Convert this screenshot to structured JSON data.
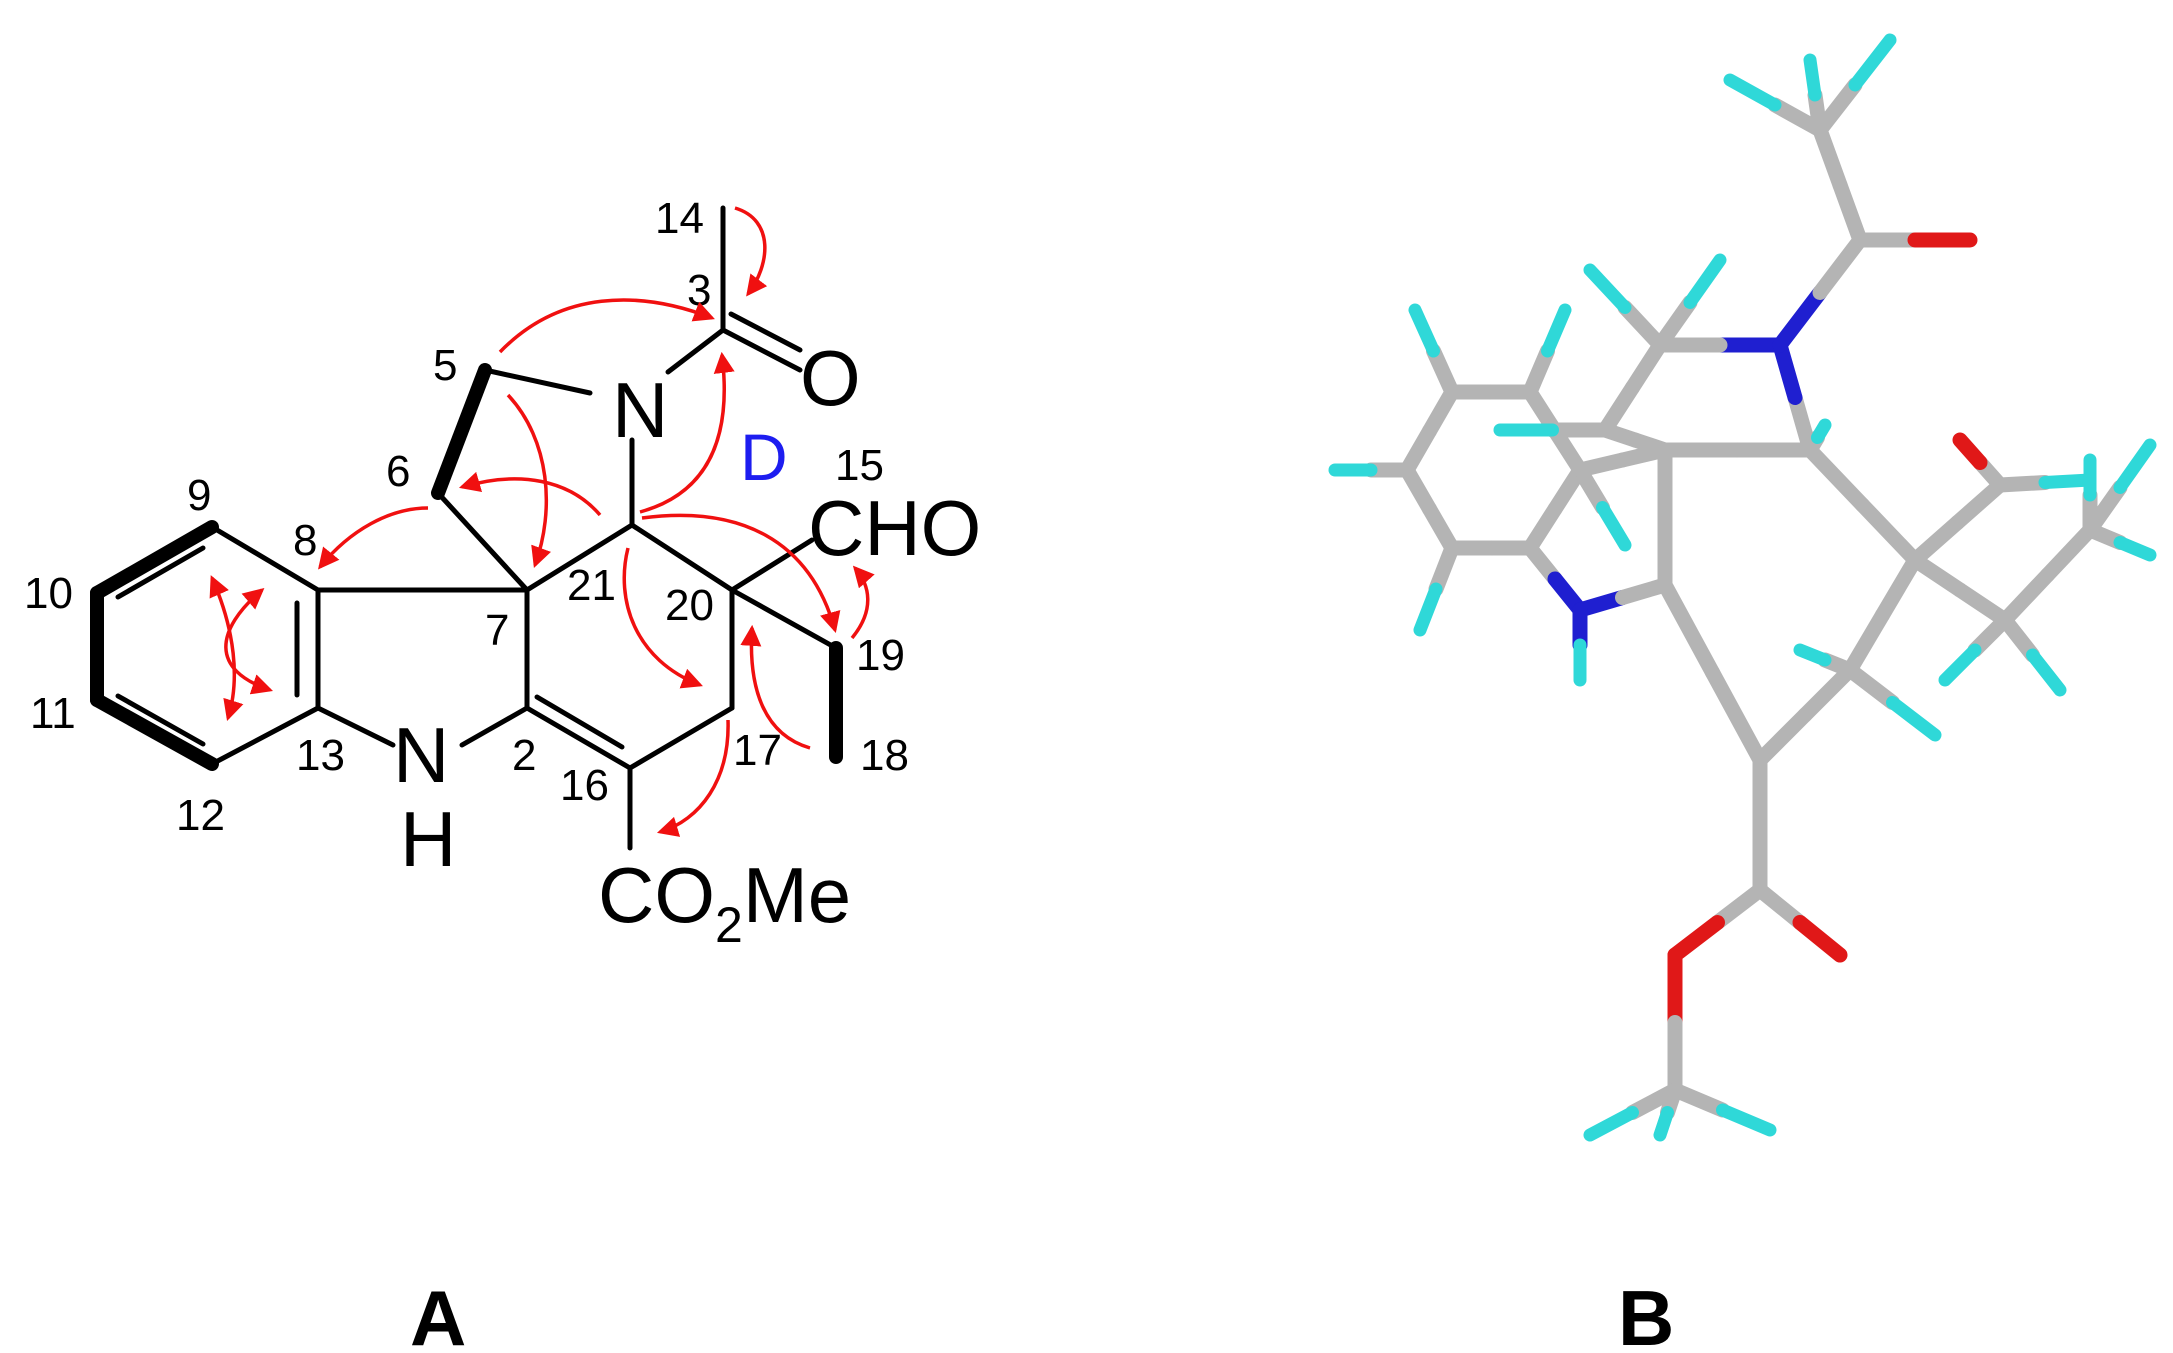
{
  "panels": {
    "a": "A",
    "b": "B"
  },
  "atoms": {
    "N_ring": "N",
    "N_indole": "N",
    "H_indole": "H",
    "O_ketone": "O",
    "CHO": "CHO",
    "ester_CO": "CO",
    "ester_sub": "2",
    "ester_Me": "Me",
    "ring_label": "D"
  },
  "numbers": {
    "c2": "2",
    "c3": "3",
    "c5": "5",
    "c6": "6",
    "c7": "7",
    "c8": "8",
    "c9": "9",
    "c10": "10",
    "c11": "11",
    "c12": "12",
    "c13": "13",
    "c14": "14",
    "c15": "15",
    "c16": "16",
    "c17": "17",
    "c18": "18",
    "c19": "19",
    "c20": "20",
    "c21": "21"
  },
  "colors": {
    "bond": "#000000",
    "hmbc_arrow": "#f01010",
    "ring_label": "#1d1df0",
    "carbon": "#b4b4b4",
    "hydrogen": "#2fd8d8",
    "nitrogen": "#1f1fd0",
    "oxygen": "#e01818"
  }
}
